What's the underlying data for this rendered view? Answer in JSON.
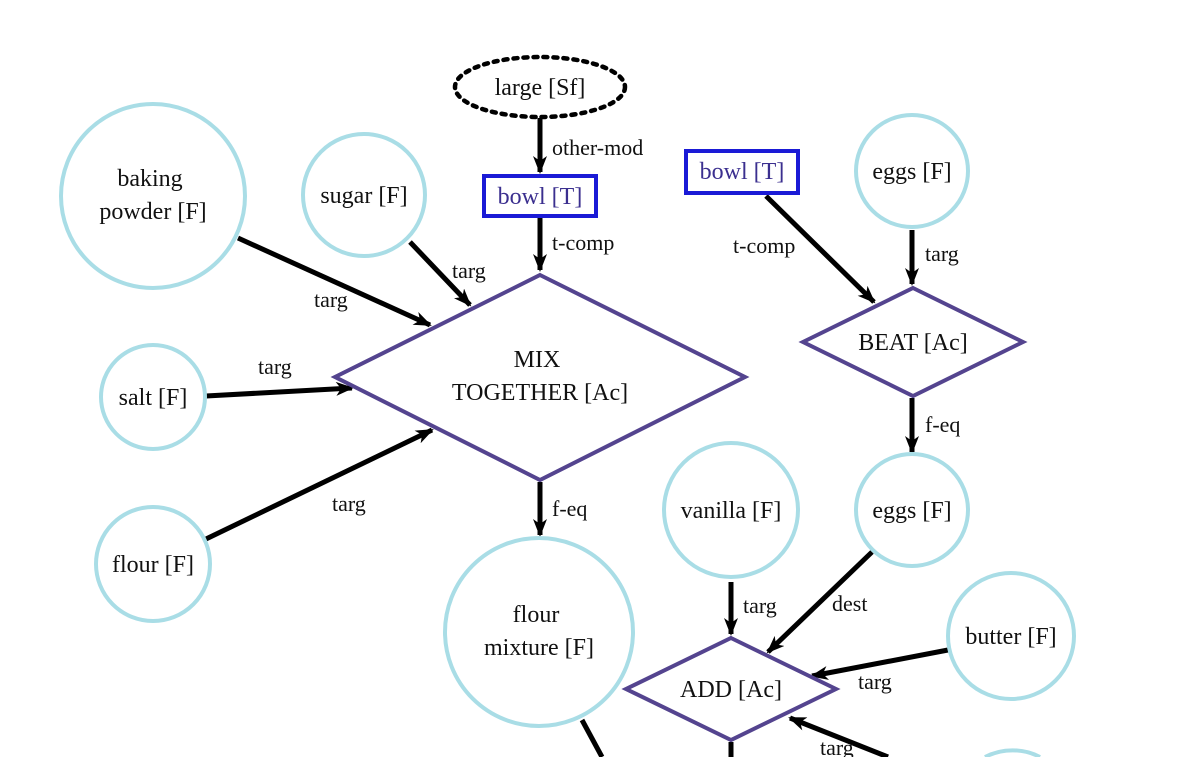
{
  "colors": {
    "food_stroke": "#a9dde6",
    "action_stroke": "#54448f",
    "tool_stroke": "#1a1ad6",
    "tool_text": "#3b2f8f",
    "state_stroke": "#000000",
    "edge": "#000000",
    "text": "#111111"
  },
  "nodes": {
    "large": {
      "lines": [
        "large [Sf]"
      ]
    },
    "bowl1": {
      "lines": [
        "bowl [T]"
      ]
    },
    "bowl2": {
      "lines": [
        "bowl [T]"
      ]
    },
    "baking_powder": {
      "lines": [
        "baking",
        "powder [F]"
      ]
    },
    "sugar": {
      "lines": [
        "sugar [F]"
      ]
    },
    "eggs1": {
      "lines": [
        "eggs [F]"
      ]
    },
    "mix": {
      "lines": [
        "MIX",
        "TOGETHER [Ac]"
      ]
    },
    "beat": {
      "lines": [
        "BEAT [Ac]"
      ]
    },
    "salt": {
      "lines": [
        "salt [F]"
      ]
    },
    "flour": {
      "lines": [
        "flour [F]"
      ]
    },
    "flour_mixture": {
      "lines": [
        "flour",
        "mixture [F]"
      ]
    },
    "vanilla": {
      "lines": [
        "vanilla [F]"
      ]
    },
    "eggs2": {
      "lines": [
        "eggs [F]"
      ]
    },
    "butter": {
      "lines": [
        "butter [F]"
      ]
    },
    "add": {
      "lines": [
        "ADD [Ac]"
      ]
    }
  },
  "edges": {
    "large_bowl1": "other-mod",
    "bowl1_mix": "t-comp",
    "sugar_mix": "targ",
    "baking_powder_mix": "targ",
    "salt_mix": "targ",
    "flour_mix": "targ",
    "mix_flour_mixture": "f-eq",
    "bowl2_beat": "t-comp",
    "eggs1_beat": "targ",
    "beat_eggs2": "f-eq",
    "vanilla_add": "targ",
    "eggs2_add": "dest",
    "butter_add": "targ",
    "lower_add": "targ"
  }
}
